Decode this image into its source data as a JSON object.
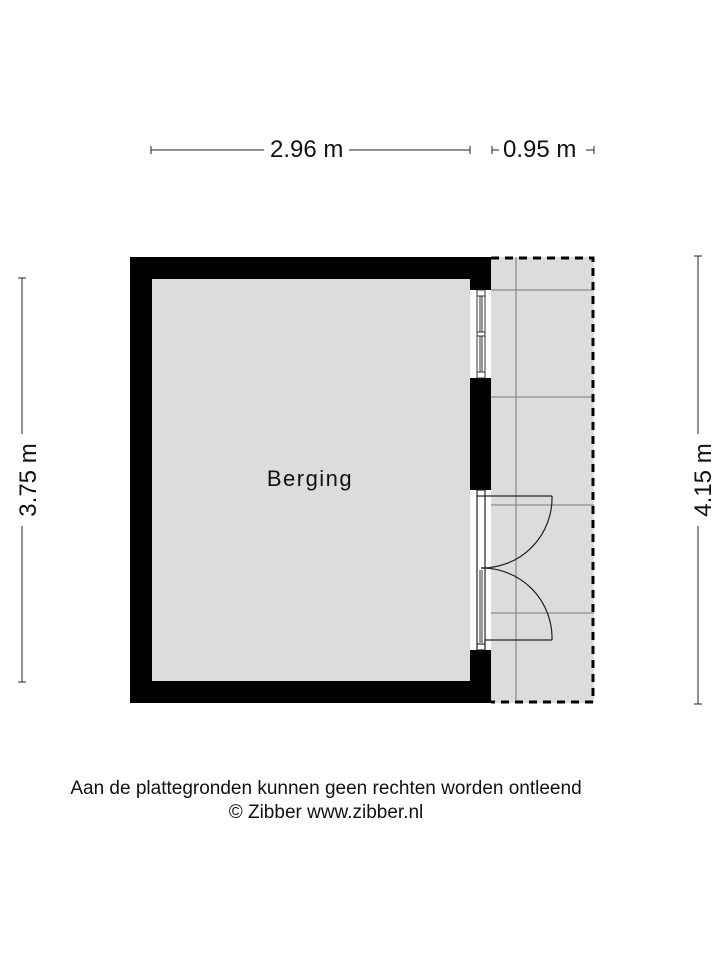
{
  "floorplan": {
    "dimensions": {
      "top_main": "2.96 m",
      "top_side": "0.95 m",
      "left": "3.75 m",
      "right": "4.15 m"
    },
    "rooms": [
      {
        "label": "Berging"
      }
    ],
    "colors": {
      "wall": "#000000",
      "floor": "#dcdcdc",
      "outdoor_area": "#dcdcdc",
      "lines": "#555555"
    }
  },
  "footer": {
    "disclaimer": "Aan de plattegronden kunnen geen rechten worden ontleend",
    "copyright": "© Zibber www.zibber.nl"
  }
}
